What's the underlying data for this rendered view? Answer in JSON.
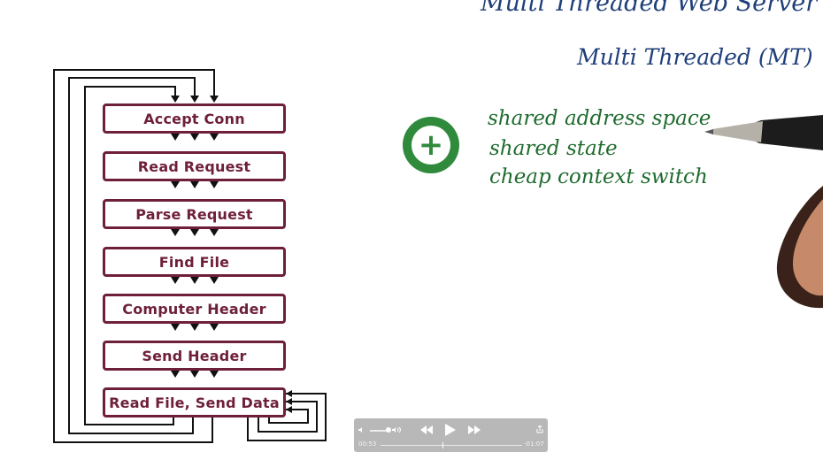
{
  "slide": {
    "title": "Multi Threaded Web Server",
    "subtitle": "Multi Threaded (MT)",
    "pros_icon": "plus-circle-icon",
    "pros": [
      "shared address space",
      "shared state",
      "cheap context switch"
    ],
    "colors": {
      "title_ink": "#1f3f7a",
      "pros_ink": "#1f6b2e",
      "box_border": "#6e1f3a",
      "plus_green": "#2f8a3c"
    }
  },
  "pipeline": {
    "stages": [
      "Accept Conn",
      "Read Request",
      "Parse Request",
      "Find File",
      "Computer Header",
      "Send Header",
      "Read File, Send Data"
    ]
  },
  "player": {
    "current_time": "00:53",
    "remaining_time": "-01:07",
    "progress": 0.44,
    "volume": 0.8,
    "icons": {
      "volume_low": "volume-low-icon",
      "volume_high": "volume-high-icon",
      "rewind": "rewind-icon",
      "play": "play-icon",
      "fast_forward": "fast-forward-icon",
      "share": "share-icon"
    }
  }
}
